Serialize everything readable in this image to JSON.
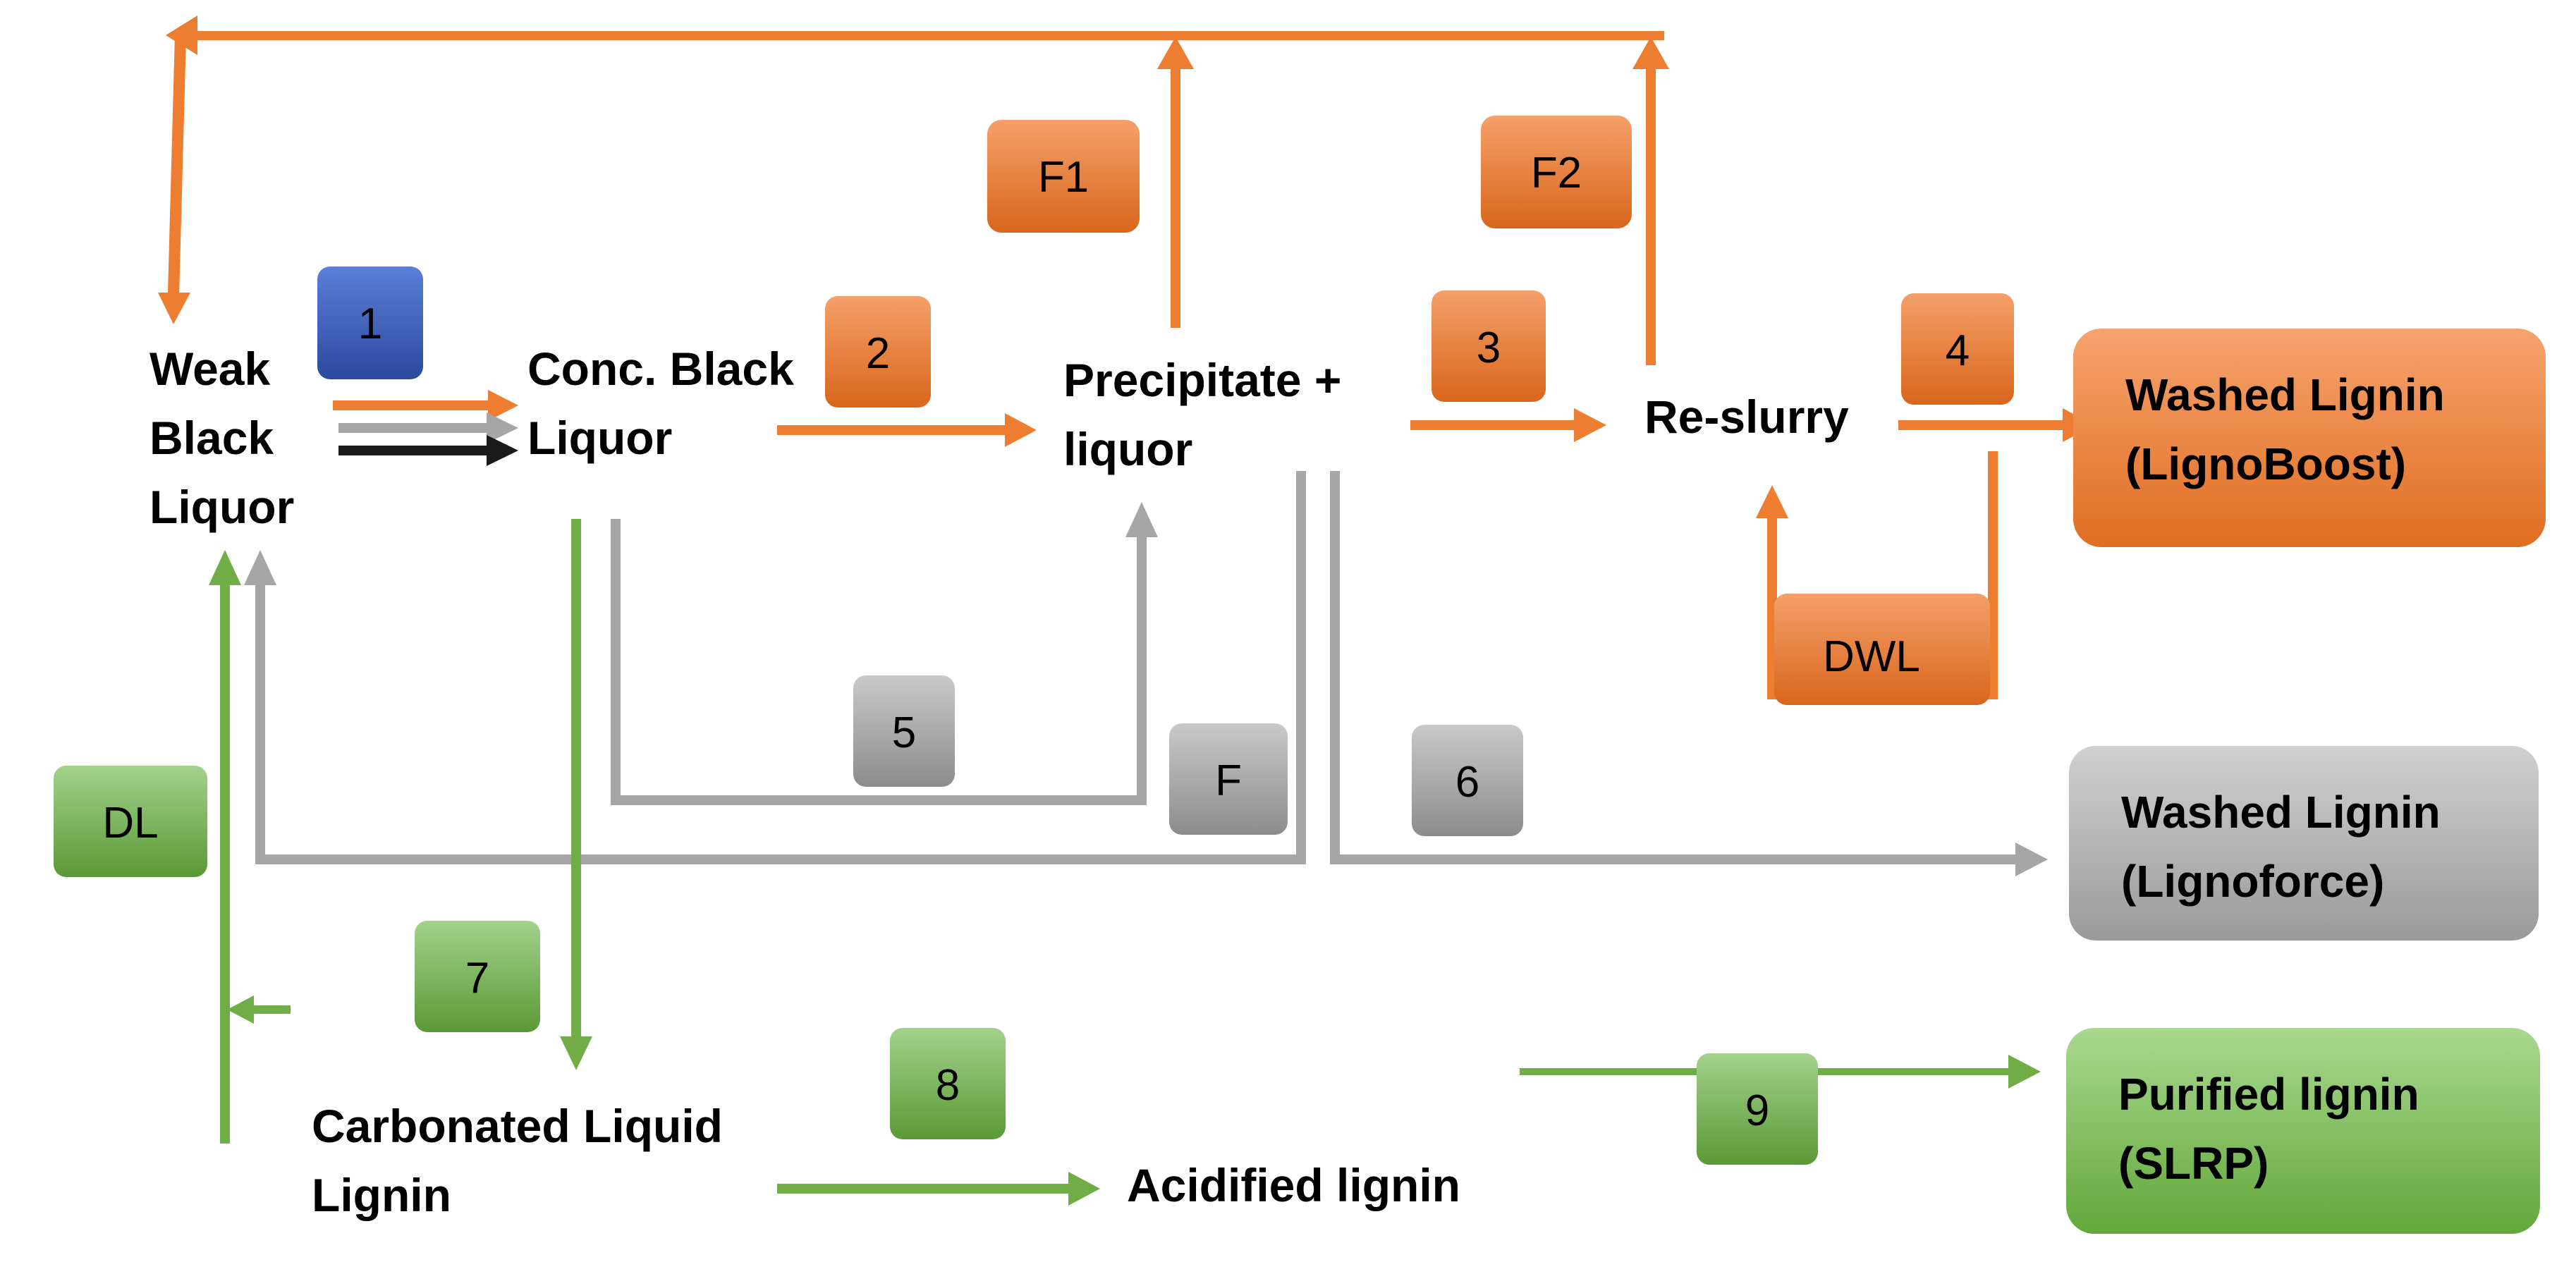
{
  "colors": {
    "orange": "#ED7D31",
    "gray": "#A6A6A6",
    "green": "#70AD47",
    "blue": "#3B5DB8",
    "black": "#1A1A1A"
  },
  "nodes": {
    "weak_black_liquor": [
      "Weak",
      "Black",
      "Liquor"
    ],
    "conc_black_liquor": [
      "Conc. Black",
      "Liquor"
    ],
    "precipitate_liquor": [
      "Precipitate +",
      "liquor"
    ],
    "re_slurry": "Re-slurry",
    "carbonated_liquid_lignin": [
      "Carbonated Liquid",
      "Lignin"
    ],
    "acidified_lignin": "Acidified lignin"
  },
  "products": {
    "lignoboost": [
      "Washed Lignin",
      "(LignoBoost)"
    ],
    "lignoforce": [
      "Washed Lignin",
      "(Lignoforce)"
    ],
    "slrp": [
      "Purified lignin",
      "(SLRP)"
    ]
  },
  "tags": {
    "t1": "1",
    "t2": "2",
    "t3": "3",
    "t4": "4",
    "t5": "5",
    "t6": "6",
    "t7": "7",
    "t8": "8",
    "t9": "9",
    "f": "F",
    "f1": "F1",
    "f2": "F2",
    "dwl": "DWL",
    "dl": "DL"
  }
}
